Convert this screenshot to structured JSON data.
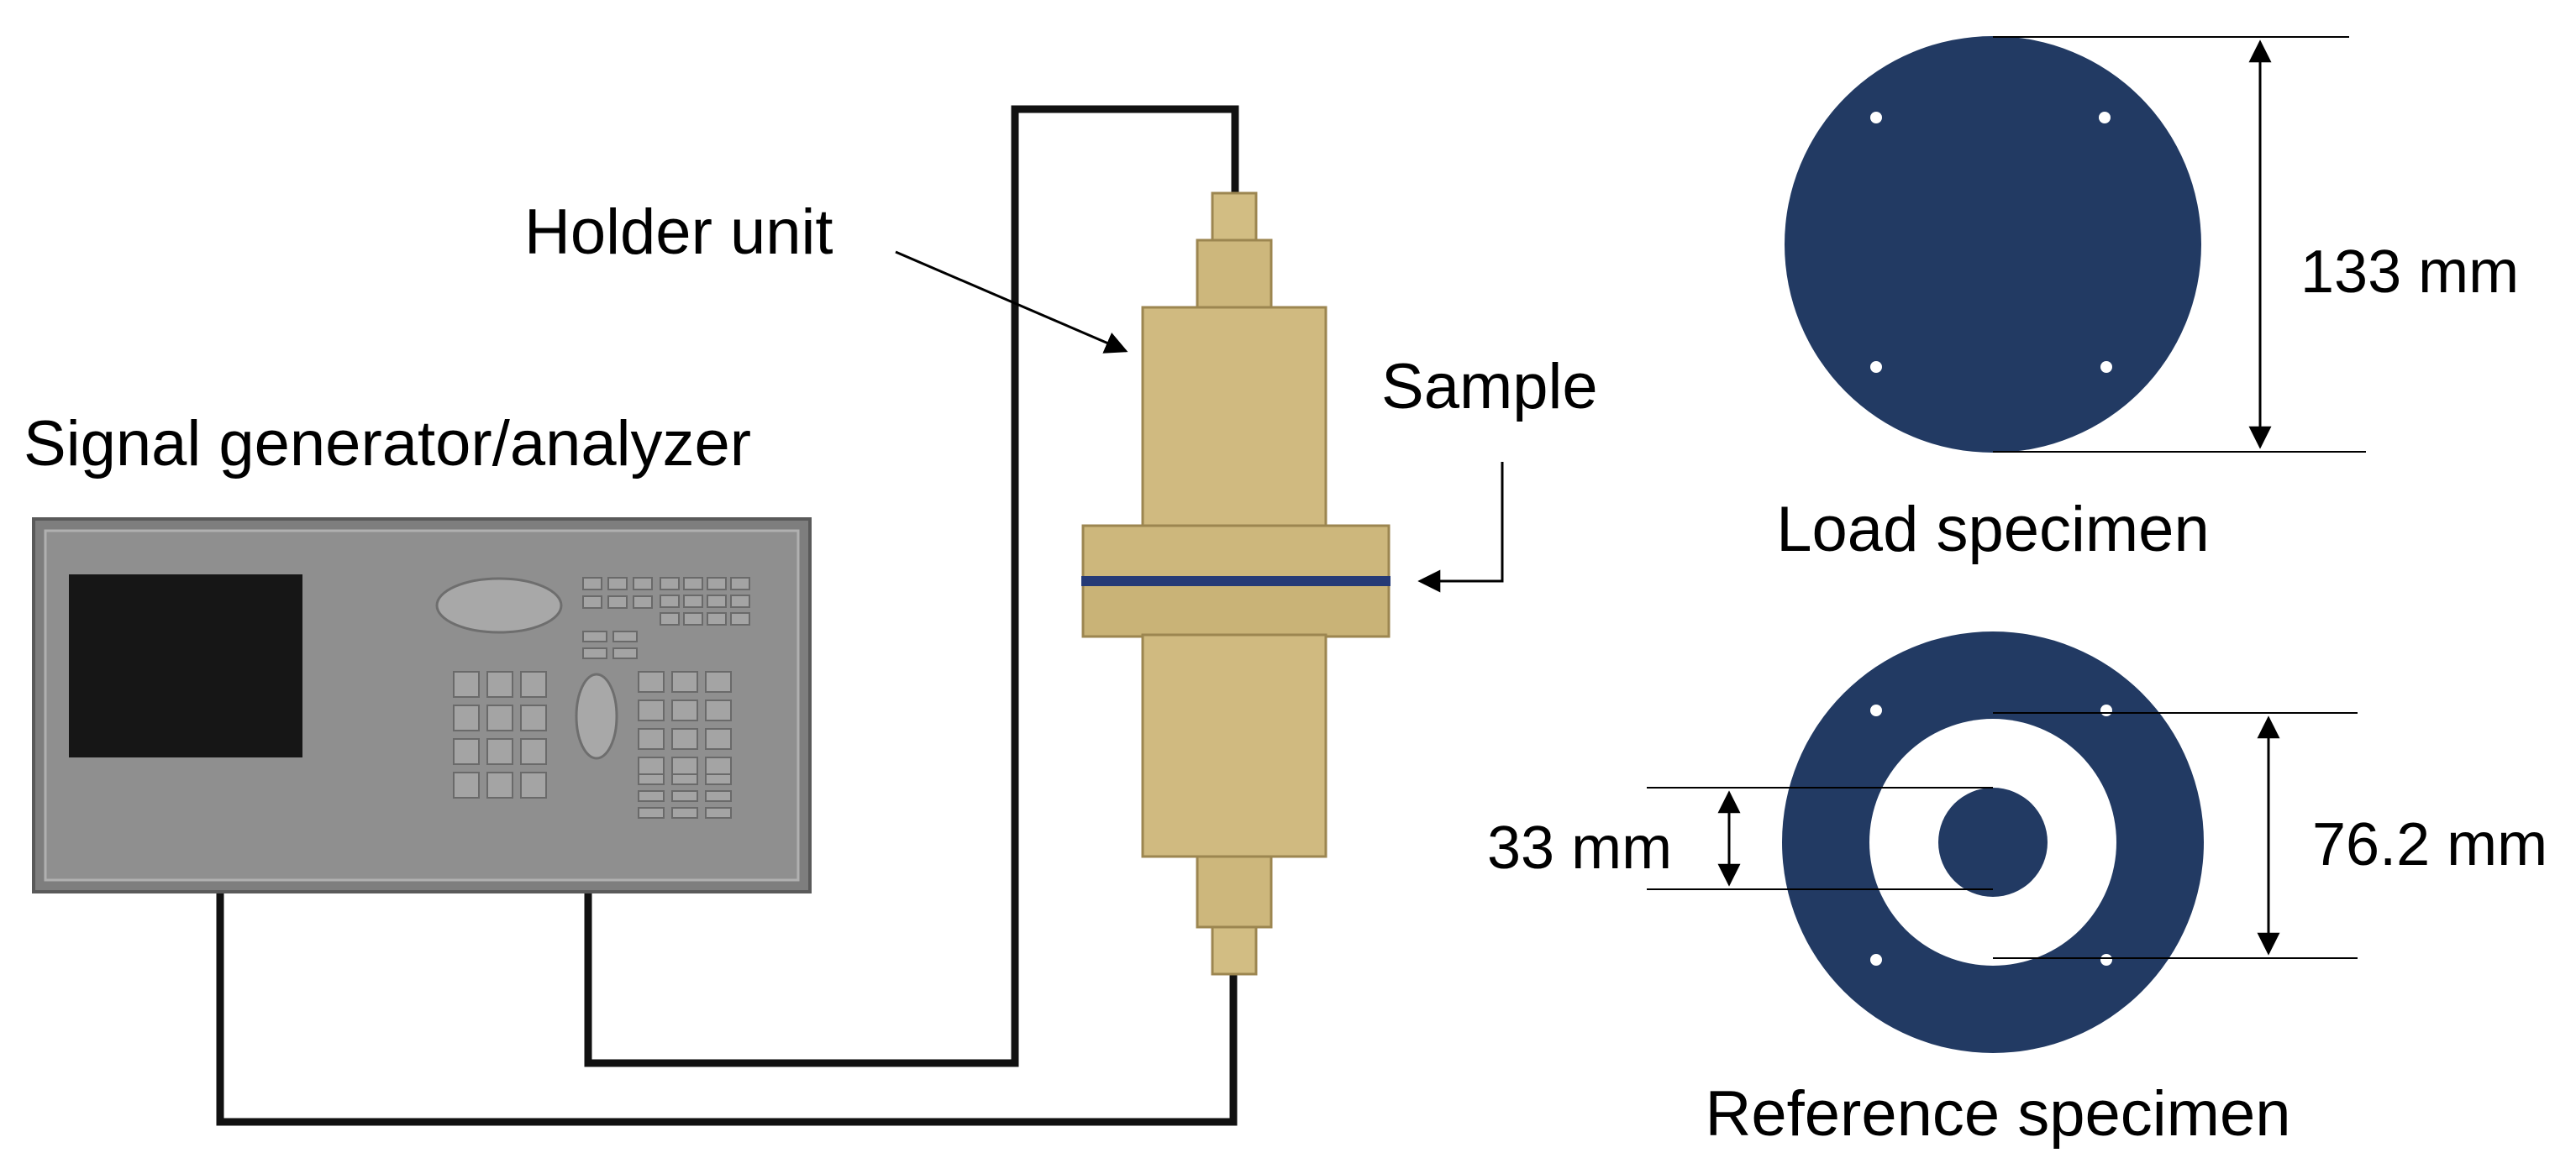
{
  "labels": {
    "holder_unit": "Holder unit",
    "sample": "Sample",
    "signal_generator": "Signal generator/analyzer",
    "load_specimen": "Load specimen",
    "reference_specimen": "Reference specimen",
    "dim_load_diameter": "133 mm",
    "dim_inner_diameter": "33 mm",
    "dim_outer_conductor_diameter": "76.2 mm"
  },
  "colors": {
    "specimen_navy": "#223a63",
    "holder_tan": "#cfb97e",
    "holder_tan_dark": "#b8a164",
    "instrument_gray": "#8a8a8a",
    "instrument_panel": "#909090",
    "instrument_screen": "#161616",
    "cable": "#111111",
    "sample_band": "#253a76"
  }
}
